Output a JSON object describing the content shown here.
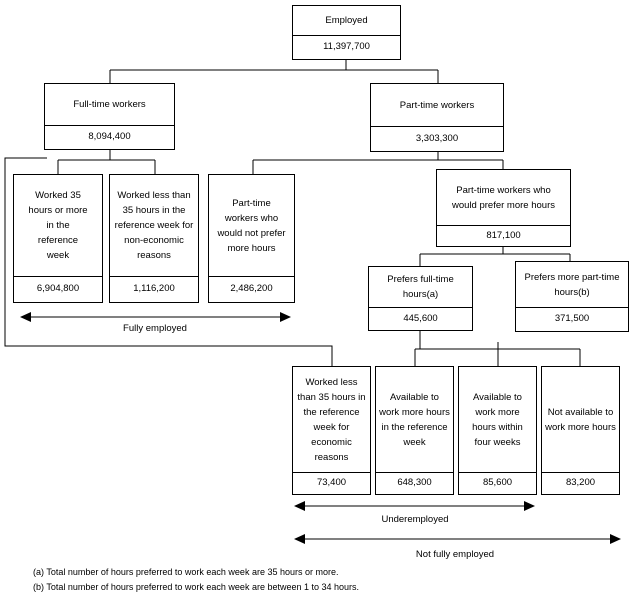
{
  "employed": {
    "label": "Employed",
    "value": "11,397,700"
  },
  "full_time": {
    "label": "Full-time workers",
    "value": "8,094,400"
  },
  "part_time": {
    "label": "Part-time workers",
    "value": "3,303,300"
  },
  "worked_35": {
    "label": "Worked 35 hours or more in the reference week",
    "value": "6,904,800"
  },
  "worked_less_noneconomic": {
    "label": "Worked less than 35 hours in the reference week for non-economic reasons",
    "value": "1,116,200"
  },
  "pt_not_prefer": {
    "label": "Part-time workers who would not prefer more hours",
    "value": "2,486,200"
  },
  "pt_prefer": {
    "label": "Part-time workers who would prefer more hours",
    "value": "817,100"
  },
  "prefers_full": {
    "label": "Prefers full-time hours(a)",
    "value": "445,600"
  },
  "prefers_more_pt": {
    "label": "Prefers more part-time hours(b)",
    "value": "371,500"
  },
  "worked_less_economic": {
    "label": "Worked less than 35 hours in the reference week for economic reasons",
    "value": "73,400"
  },
  "available_ref_week": {
    "label": "Available to work more hours in the reference week",
    "value": "648,300"
  },
  "available_four_weeks": {
    "label": "Available to work more hours within four weeks",
    "value": "85,600"
  },
  "not_available": {
    "label": "Not available to work more hours",
    "value": "83,200"
  },
  "fully_employed": "Fully employed",
  "underemployed": "Underemployed",
  "not_fully_employed": "Not fully employed",
  "notes": {
    "a": "(a) Total number of hours preferred to work each week are 35 hours or more.",
    "b": "(b) Total number of hours preferred to work each week are between 1 to 34 hours."
  }
}
